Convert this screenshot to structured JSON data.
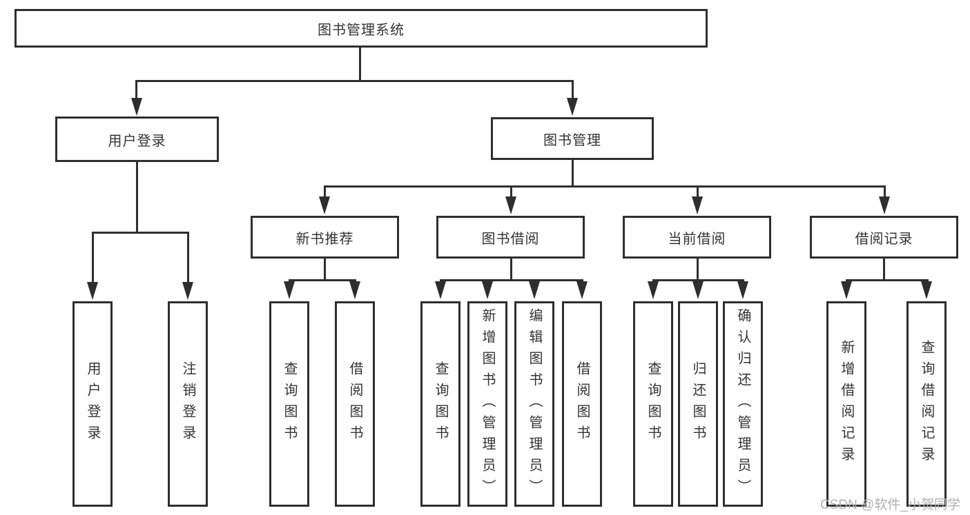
{
  "colors": {
    "line": "#2e2e2e",
    "text": "#333333",
    "background": "#ffffff",
    "watermark": "#b0b0b0"
  },
  "watermark": "CSDN @软件_小贺同学",
  "tree": {
    "root": {
      "label": "图书管理系统"
    },
    "branches": [
      {
        "label": "用户登录",
        "children": [
          {
            "label": "用户登录"
          },
          {
            "label": "注销登录"
          }
        ]
      },
      {
        "label": "图书管理",
        "sections": [
          {
            "label": "新书推荐",
            "children": [
              {
                "label": "查询图书"
              },
              {
                "label": "借阅图书"
              }
            ]
          },
          {
            "label": "图书借阅",
            "children": [
              {
                "label": "查询图书"
              },
              {
                "label": "新增图书（管理员）"
              },
              {
                "label": "编辑图书（管理员）"
              },
              {
                "label": "借阅图书"
              }
            ]
          },
          {
            "label": "当前借阅",
            "children": [
              {
                "label": "查询图书"
              },
              {
                "label": "归还图书"
              },
              {
                "label": "确认归还（管理员）"
              }
            ]
          },
          {
            "label": "借阅记录",
            "children": [
              {
                "label": "新增借阅记录"
              },
              {
                "label": "查询借阅记录"
              }
            ]
          }
        ]
      }
    ]
  }
}
